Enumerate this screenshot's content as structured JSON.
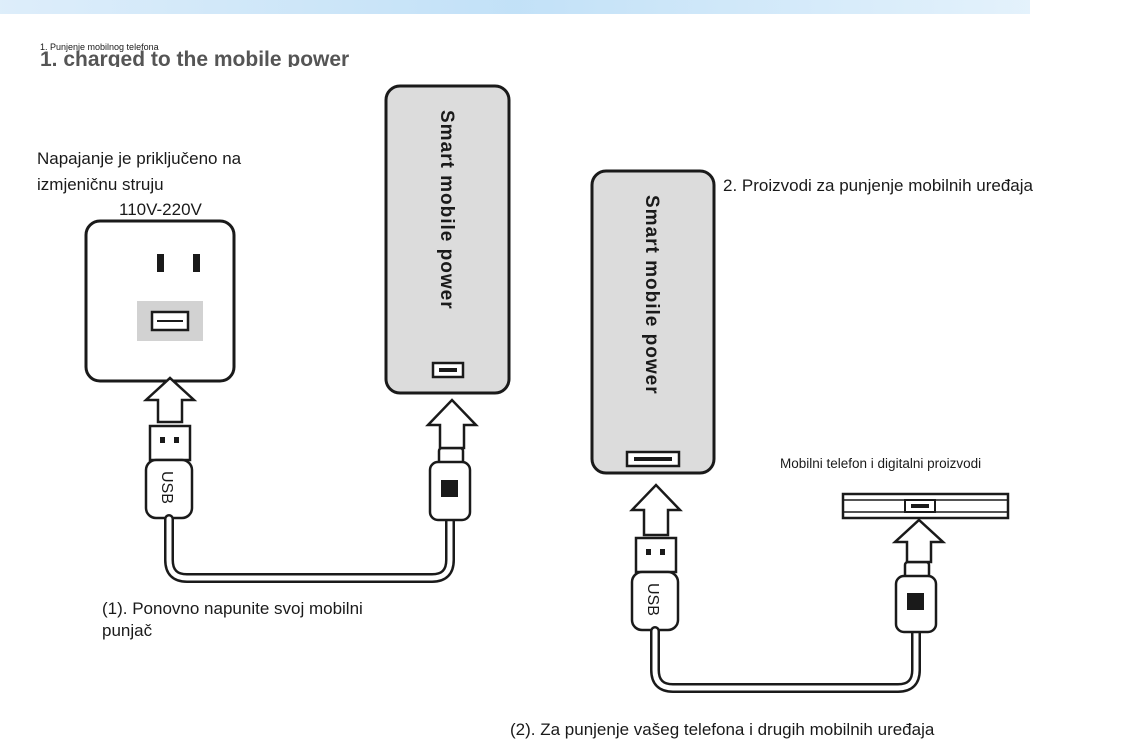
{
  "texts": {
    "section_sub": "1. Punjenje mobilnog telefona",
    "section_title": "1. charged to the mobile power",
    "supply_line1": "Napajanje je priključeno na",
    "supply_line2": "izmjeničnu struju",
    "voltage": "110V-220V",
    "step2_title": "2. Proizvodi za punjenje mobilnih uređaja",
    "device_label": "Mobilni telefon i digitalni proizvodi",
    "step1_caption_line1": "(1). Ponovno napunite svoj mobilni",
    "step1_caption_line2": "punjač",
    "step2_caption": "(2). Za punjenje vašeg telefona i drugih mobilnih uređaja"
  },
  "diagram": {
    "power_bank_label": "Smart mobile power",
    "usb_label": "USB"
  }
}
